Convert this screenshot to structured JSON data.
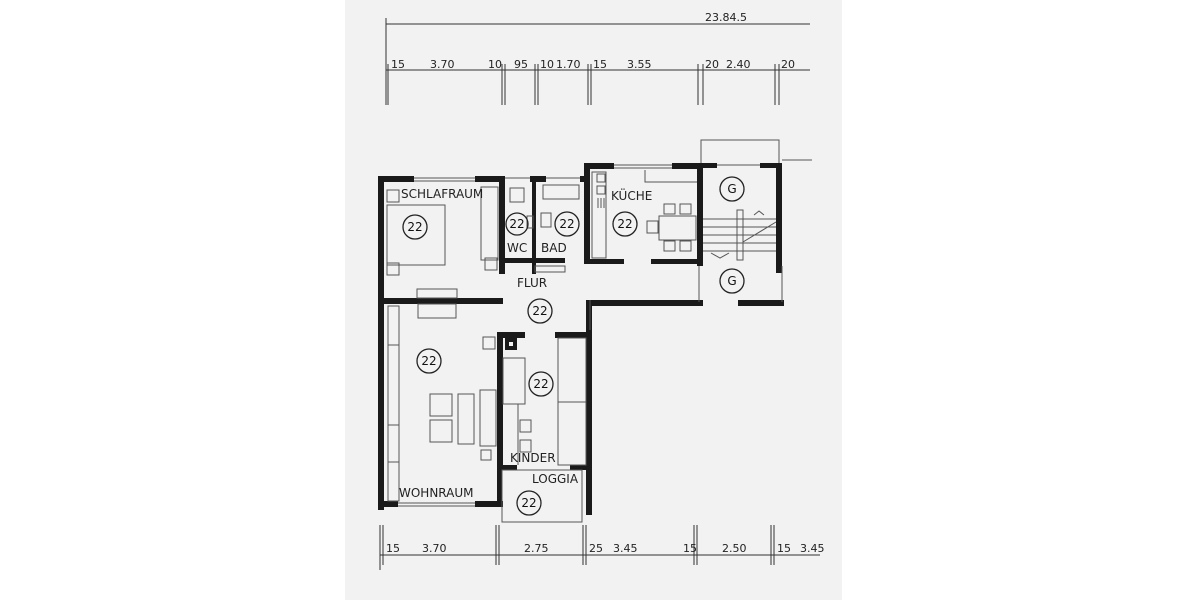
{
  "drawing": {
    "type": "floor-plan",
    "overall_dimension": "23.84.5",
    "top_dimensions": [
      "15",
      "3.70",
      "10",
      "95",
      "10",
      "1.70",
      "15",
      "3.55",
      "20",
      "2.40",
      "20"
    ],
    "bottom_dimensions": [
      "15",
      "3.70",
      "2.75",
      "25",
      "3.45",
      "15",
      "2.50",
      "15",
      "3.45"
    ],
    "rooms": [
      {
        "name": "SCHLAFRAUM",
        "tag": "22"
      },
      {
        "name": "WC",
        "tag": "22"
      },
      {
        "name": "BAD",
        "tag": "22"
      },
      {
        "name": "KÜCHE",
        "tag": "22"
      },
      {
        "name": "FLUR",
        "tag": "22"
      },
      {
        "name": "WOHNRAUM",
        "tag": "22"
      },
      {
        "name": "KINDER",
        "tag": "22"
      },
      {
        "name": "LOGGIA",
        "tag": "22"
      }
    ],
    "stairwell": {
      "tag_upper": "G",
      "tag_lower": "G"
    }
  },
  "colors": {
    "paper": "#f2f2f2",
    "ink": "#1a1a1a",
    "background": "#ffffff"
  }
}
